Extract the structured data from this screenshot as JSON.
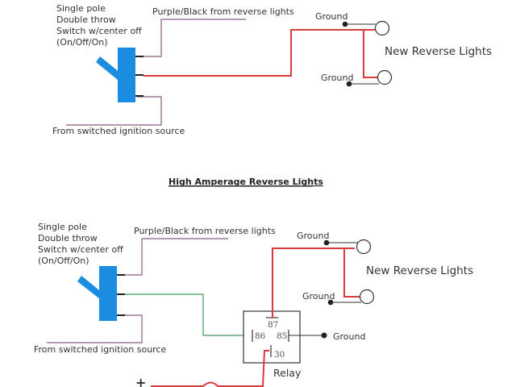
{
  "colors": {
    "switch_blue": "#1a8de0",
    "wire_red": "#d93a3a",
    "wire_purple": "#8a5a80",
    "wire_green": "#3a9a5a",
    "wire_black": "#333333",
    "text": "#333333"
  },
  "top_diagram": {
    "switch_description": [
      "Single pole",
      "Double throw",
      "Switch w/center off",
      "(On/Off/On)"
    ],
    "reverse_wire_label": "Purple/Black from reverse lights",
    "ignition_label": "From switched ignition source",
    "ground_labels": [
      "Ground",
      "Ground"
    ],
    "lights_label": "New Reverse Lights"
  },
  "section_title": "High Amperage Reverse Lights",
  "bottom_diagram": {
    "switch_description": [
      "Single pole",
      "Double throw",
      "Switch w/center off",
      "(On/Off/On)"
    ],
    "reverse_wire_label": "Purple/Black from reverse lights",
    "ignition_label": "From switched ignition source",
    "ground_labels": [
      "Ground",
      "Ground"
    ],
    "lights_label": "New Reverse Lights",
    "relay": {
      "label": "Relay",
      "pins": [
        "87",
        "86",
        "85",
        "30"
      ],
      "ground_label": "Ground"
    },
    "power_symbol": "+"
  }
}
